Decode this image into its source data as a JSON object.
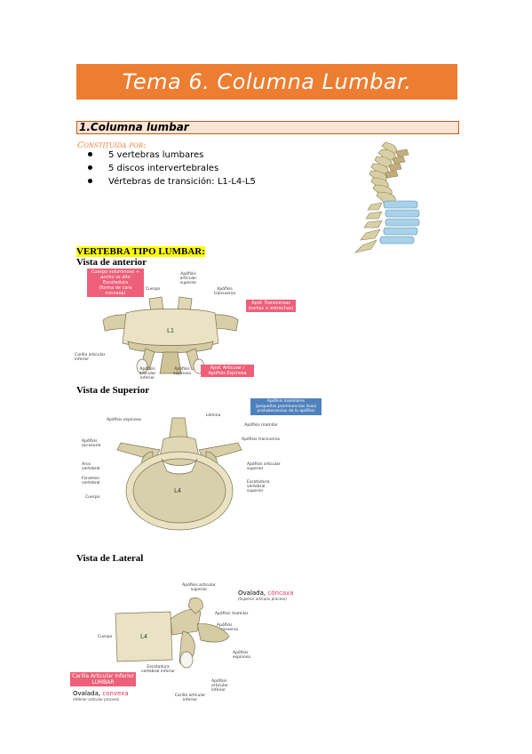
{
  "title": "Tema 6. Columna Lumbar.",
  "section": {
    "heading": "1.Columna lumbar"
  },
  "constituida": "Constituida por:",
  "bullets": [
    "5 vertebras lumbares",
    "5 discos intervertebrales",
    "Vértebras de transición: L1-L4-L5"
  ],
  "vertebra_tipo": "VERTEBRA TIPO LUMBAR:",
  "views": {
    "anterior": {
      "heading": "Vista de anterior",
      "callout_top": "Cuerpo voluminoso + ancho vs alto",
      "callout_top_sub": "Escotadura",
      "callout_top_sub2": "(forma de cara convexa)",
      "callout_right": "Apof. Transversas",
      "callout_right_sub": "(cortas + estrechas)",
      "callout_bottom": "Apof. Articular / Apofisis Espinosa",
      "labels": {
        "cuerpo": "Cuerpo",
        "apof_articular_sup": "Apófisis articular superior",
        "apof_transversa": "Apófisis transversa",
        "body_label": "L1",
        "carilla": "Carilla articular inferior",
        "apof_art_inf": "Apófisis articular inferior",
        "apof_espinosa": "Apófisis espinosa"
      }
    },
    "superior": {
      "heading": "Vista de Superior",
      "callout": "Apófisis mamilares",
      "callout_sub": "(pequeñas prominencias lisas)",
      "callout_sub2": "protuberancias de la apófisis",
      "labels": {
        "apof_espinosa": "Apófisis espinosa",
        "lamina": "Lámina",
        "apof_articular_sup": "Apófisis articular superior",
        "apof_mamilar": "Apófisis mamilar",
        "apof_transversa": "Apófisis transversa",
        "apof_accesoria": "Apófisis accesoria",
        "arco_vertebral": "Arco vertebral",
        "apof_articular_sup2": "Apófisis articular superior",
        "foramen": "Foramen vertebral",
        "escotadura": "Escotadura vertebral superior",
        "cuerpo": "Cuerpo",
        "body_label": "L4"
      }
    },
    "lateral": {
      "heading": "Vista de Lateral",
      "top_label": "Apófisis articular superior",
      "ovalada": "Ovalada,",
      "concava": "cóncava",
      "ovalada_sub": "(Superior articular process)",
      "labels": {
        "apof_mamilar": "Apófisis mamilar",
        "apof_transversa": "Apófisis transversa",
        "cuerpo": "Cuerpo",
        "body_label": "L4",
        "apof_espinosa": "Apófisis espinosa",
        "escotadura": "Escotadura vertebral inferior",
        "apof_articular_inf": "Apófisis articular inferior",
        "carilla_label": "Carilla articular inferior"
      },
      "callout": "Carilla Articular Inferior LUMBAR",
      "callout_ovalada": "Ovalada,",
      "callout_convexa": "convexa",
      "callout_sub": "(Inferior articular process)"
    }
  },
  "colors": {
    "accent": "#ed7d31",
    "bone": "#e9e3c3",
    "disc": "#a9d1ea",
    "pink": "#ee5f79",
    "blue": "#4f81bd"
  }
}
